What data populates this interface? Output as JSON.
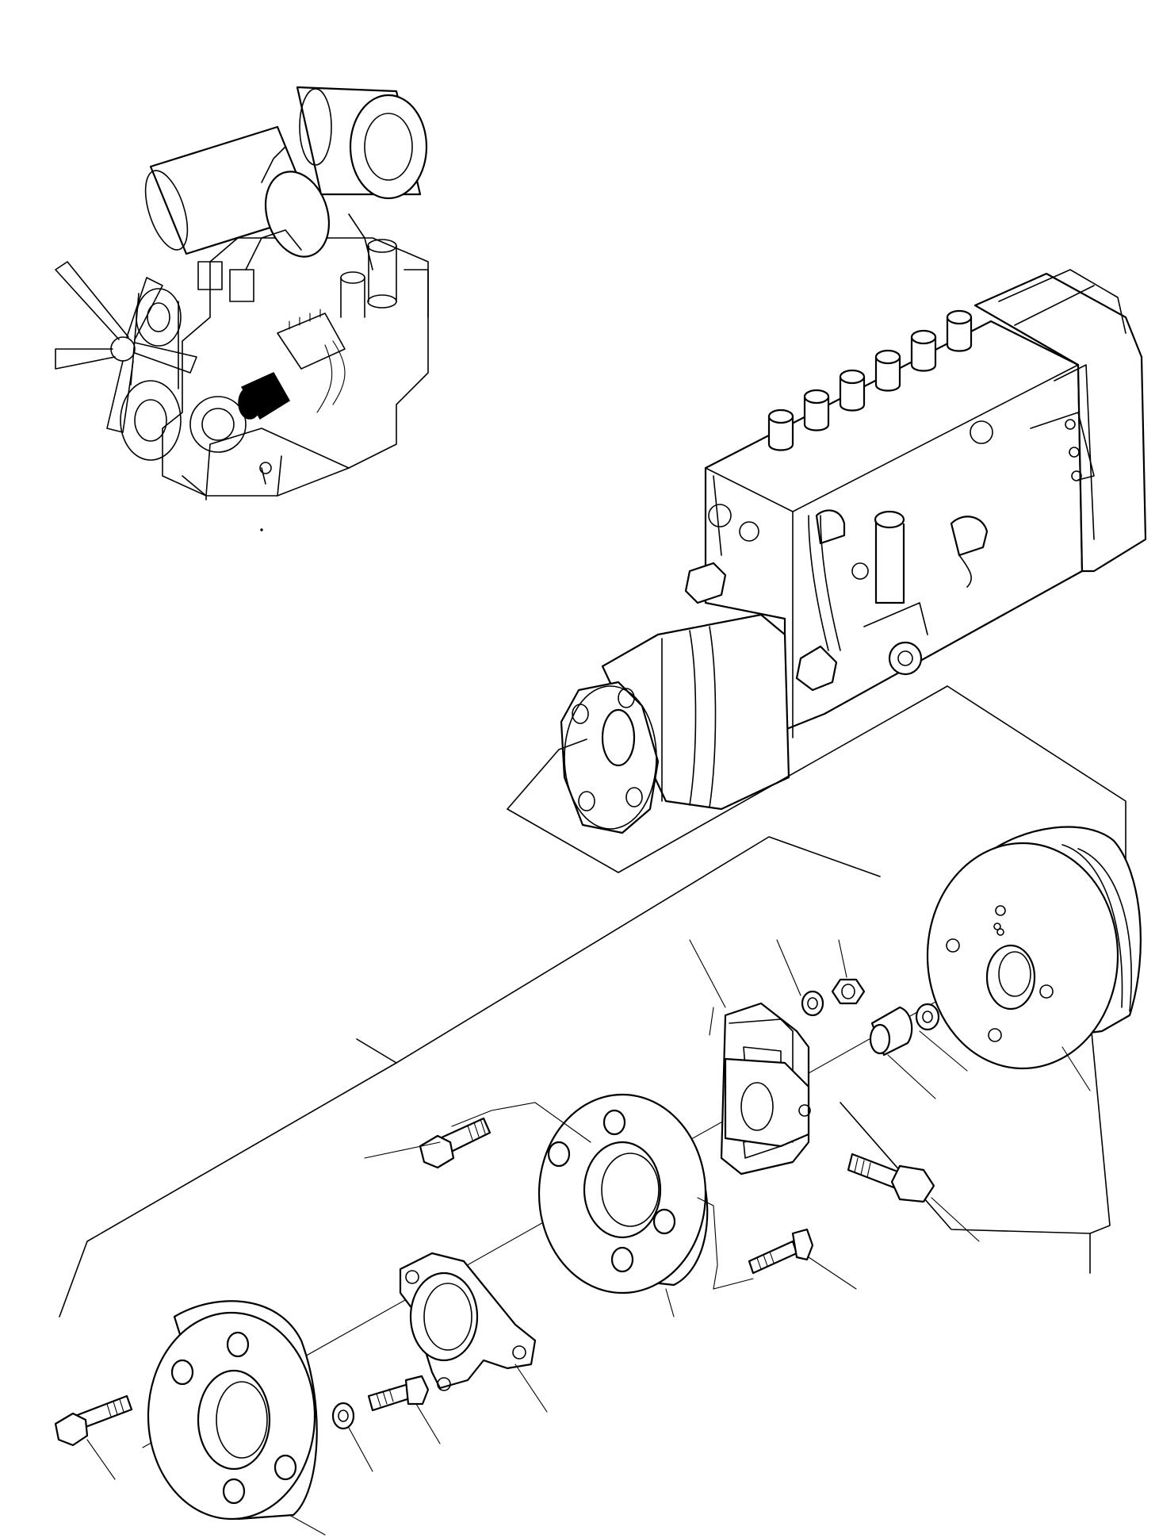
{
  "figure": {
    "kind": "exploded-parts-diagram",
    "background_color": "#ffffff",
    "line_color": "#000000",
    "highlight_color": "#000000",
    "labels": []
  },
  "views": {
    "engine_locator": {
      "highlighted_part": "injection-pump-coupling"
    },
    "main_view": {
      "assembly": "fuel-injection-pump-drive-coupling"
    }
  }
}
